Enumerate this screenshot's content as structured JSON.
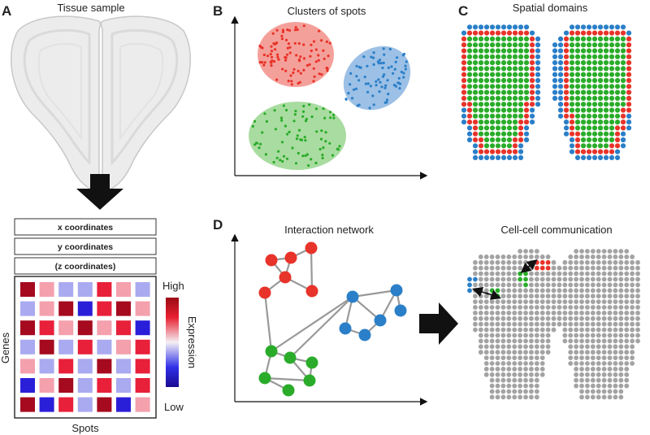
{
  "panels": {
    "A": {
      "letter": "A",
      "title": "Tissue sample",
      "coordinate_boxes": [
        "x coordinates",
        "y coordinates",
        "(z coordinates)"
      ],
      "heatmap": {
        "x_label": "Spots",
        "y_label": "Genes",
        "legend_high": "High",
        "legend_low": "Low",
        "legend_title": "Expression",
        "colors": {
          "dark_red": "#a50a1e",
          "red": "#e8203a",
          "pink": "#f4a0ad",
          "light_blue": "#a9aaf0",
          "blue": "#2a1fd8",
          "navy": "#22119a"
        },
        "cells": [
          [
            "dark_red",
            "pink",
            "light_blue",
            "light_blue",
            "red",
            "pink",
            "light_blue"
          ],
          [
            "light_blue",
            "pink",
            "dark_red",
            "blue",
            "red",
            "dark_red",
            "pink"
          ],
          [
            "dark_red",
            "red",
            "pink",
            "dark_red",
            "pink",
            "red",
            "blue"
          ],
          [
            "light_blue",
            "dark_red",
            "light_blue",
            "red",
            "light_blue",
            "pink",
            "red"
          ],
          [
            "pink",
            "light_blue",
            "red",
            "light_blue",
            "dark_red",
            "light_blue",
            "red"
          ],
          [
            "blue",
            "pink",
            "dark_red",
            "light_blue",
            "red",
            "light_blue",
            "red"
          ],
          [
            "dark_red",
            "blue",
            "red",
            "light_blue",
            "dark_red",
            "blue",
            "pink"
          ]
        ]
      }
    },
    "B": {
      "letter": "B",
      "title": "Clusters of spots",
      "clusters": [
        {
          "color": "#e8332a",
          "fill": "#f4a09a"
        },
        {
          "color": "#2a7fc8",
          "fill": "#9cc0e6"
        },
        {
          "color": "#2aac2a",
          "fill": "#a9dca0"
        }
      ]
    },
    "C": {
      "letter": "C",
      "title": "Spatial domains",
      "colors": {
        "outer": "#2a7fc8",
        "middle": "#e8332a",
        "inner": "#2aac2a"
      }
    },
    "D": {
      "letter": "D",
      "title": "Interaction network",
      "title2": "Cell-cell communication",
      "node_colors": {
        "red": "#e8332a",
        "blue": "#2a7fc8",
        "green": "#2aac2a",
        "edge": "#999999",
        "grey_spot": "#a3a3a3"
      }
    }
  }
}
